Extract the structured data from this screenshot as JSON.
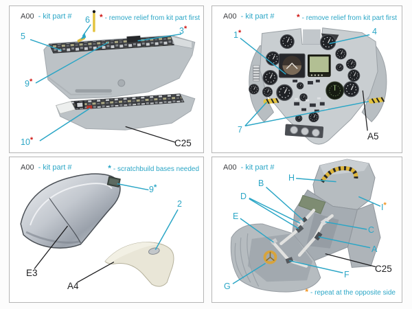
{
  "colors": {
    "teal_callout": "#2ba6c6",
    "red_star": "#cf1512",
    "orange_star": "#f0921e",
    "black_label": "#1d1d1f",
    "panel_border": "#b5b5b5",
    "part_gray": "#bcc2c6",
    "lcd_green": "#b2bf93",
    "handle_yellow": "#e3c33f",
    "cream_part": "#e9e6d7"
  },
  "panels": {
    "top_left": {
      "header_part": "A00",
      "header_suffix": "- kit part #",
      "note_star": "*",
      "note_text": "- remove relief from kit part first",
      "c5": "5",
      "c6": "6",
      "c3": "3",
      "c3_star": "*",
      "c9": "9",
      "c9_star": "*",
      "c10": "10",
      "c10_star": "*",
      "part_c25": "C25"
    },
    "top_right": {
      "header_part": "A00",
      "header_suffix": "- kit part #",
      "note_star": "*",
      "note_text": "- remove relief from kit part first",
      "c1": "1",
      "c1_star": "*",
      "c4": "4",
      "c7": "7",
      "part_a5": "A5"
    },
    "bottom_left": {
      "header_part": "A00",
      "header_suffix": "- kit part #",
      "note_star": "*",
      "note_text": "- scratchbuild bases needed",
      "c9": "9",
      "c9_star": "*",
      "c2": "2",
      "part_e3": "E3",
      "part_a4": "A4"
    },
    "bottom_right": {
      "header_part": "A00",
      "header_suffix": "- kit part #",
      "cH": "H",
      "cB": "B",
      "cD": "D",
      "cE": "E",
      "cI": "I",
      "cI_star": "*",
      "cC": "C",
      "cA": "A",
      "cF": "F",
      "cG": "G",
      "part_c25": "C25",
      "note_star": "*",
      "note_text": "- repeat at the opposite side"
    }
  }
}
